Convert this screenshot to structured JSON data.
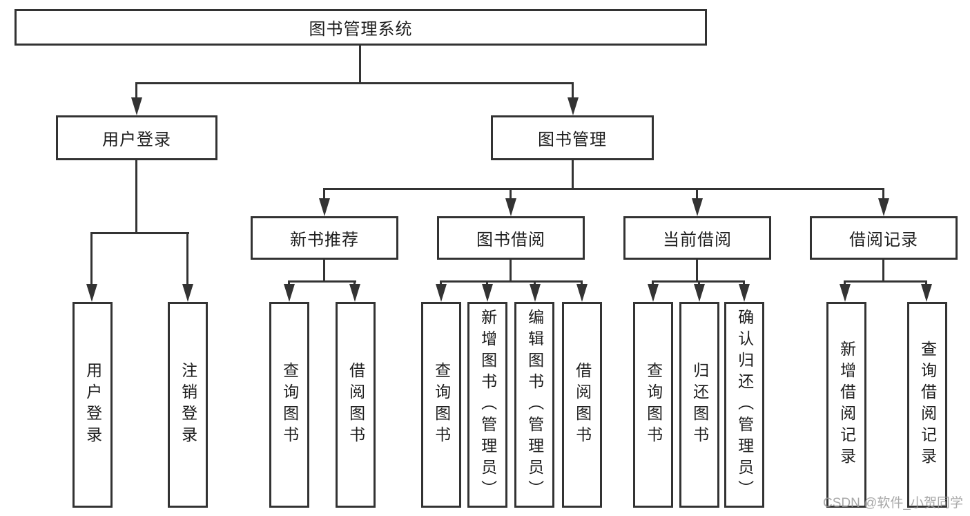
{
  "colors": {
    "line": "#333333",
    "text": "#1d1d1d",
    "box_background": "#ffffff",
    "watermark": "#9a9a9a"
  },
  "tree": {
    "root": {
      "label": "图书管理系统"
    },
    "branches": [
      {
        "label": "用户登录",
        "leaves": [
          {
            "label": "用户登录"
          },
          {
            "label": "注销登录"
          }
        ]
      },
      {
        "label": "图书管理",
        "children": [
          {
            "label": "新书推荐",
            "leaves": [
              {
                "label": "查询图书"
              },
              {
                "label": "借阅图书"
              }
            ]
          },
          {
            "label": "图书借阅",
            "leaves": [
              {
                "label": "查询图书"
              },
              {
                "label": "新增图书（管理员）"
              },
              {
                "label": "编辑图书（管理员）"
              },
              {
                "label": "借阅图书"
              }
            ]
          },
          {
            "label": "当前借阅",
            "leaves": [
              {
                "label": "查询图书"
              },
              {
                "label": "归还图书"
              },
              {
                "label": "确认归还（管理员）"
              }
            ]
          },
          {
            "label": "借阅记录",
            "leaves": [
              {
                "label": "新增借阅记录"
              },
              {
                "label": "查询借阅记录"
              }
            ]
          }
        ]
      }
    ]
  },
  "watermark": {
    "text": "CSDN @软件_小贺同学"
  }
}
